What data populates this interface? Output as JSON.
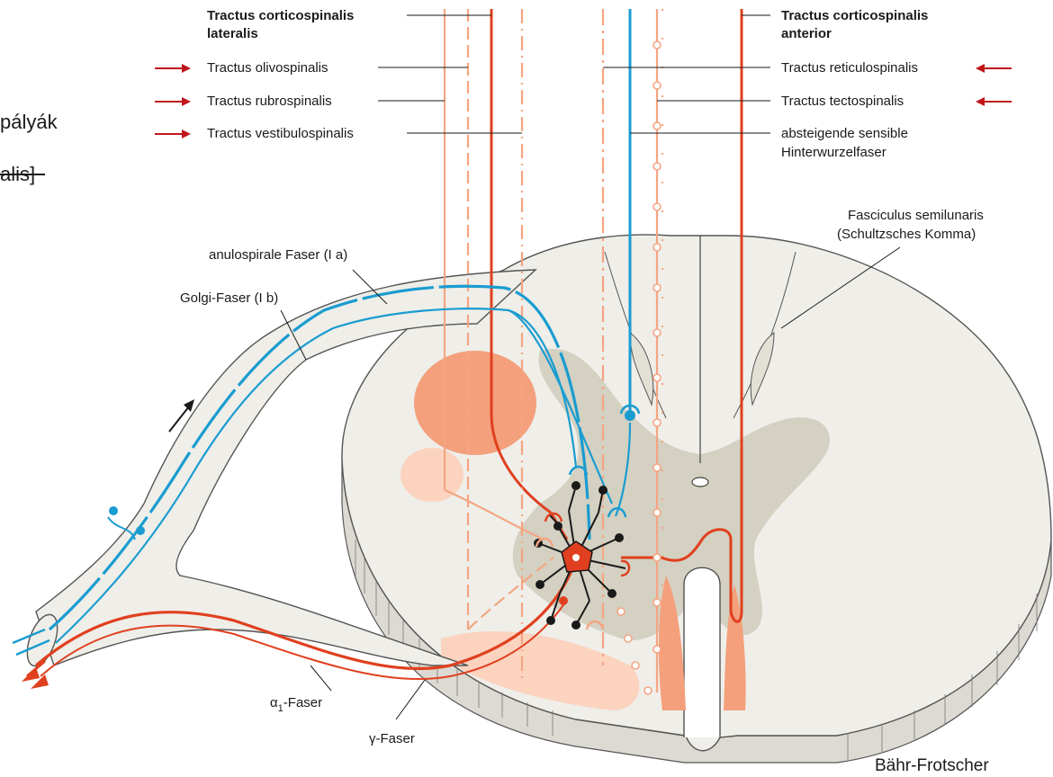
{
  "slide_fragments": {
    "line1": "pályák",
    "line2": "alis]"
  },
  "labels": {
    "corticospinalis_lateralis_1": "Tractus corticospinalis",
    "corticospinalis_lateralis_2": "lateralis",
    "olivospinalis": "Tractus olivospinalis",
    "rubrospinalis": "Tractus rubrospinalis",
    "vestibulospinalis": "Tractus vestibulospinalis",
    "corticospinalis_anterior_1": "Tractus corticospinalis",
    "corticospinalis_anterior_2": "anterior",
    "reticulospinalis": "Tractus reticulospinalis",
    "tectospinalis": "Tractus tectospinalis",
    "sensible_1": "absteigende sensible",
    "sensible_2": "Hinterwurzelfaser",
    "fasciculus_1": "Fasciculus semilunaris",
    "fasciculus_2": "(Schultzsches Komma)",
    "anulospirale": "anulospirale Faser (I a)",
    "golgi": "Golgi-Faser (I b)",
    "alpha_prefix": "α",
    "alpha_sub": "1",
    "alpha_suffix": "-Faser",
    "gamma": "γ-Faser"
  },
  "credit": "Bähr-Frotscher",
  "colors": {
    "red_tract": "#e0401f",
    "salmon_tract": "#f4a582",
    "blue_fiber": "#1a9cd0",
    "arrow_marker": "#c0161c",
    "cord_fill": "#efeee9",
    "grey_matter": "#d4d1c2"
  }
}
